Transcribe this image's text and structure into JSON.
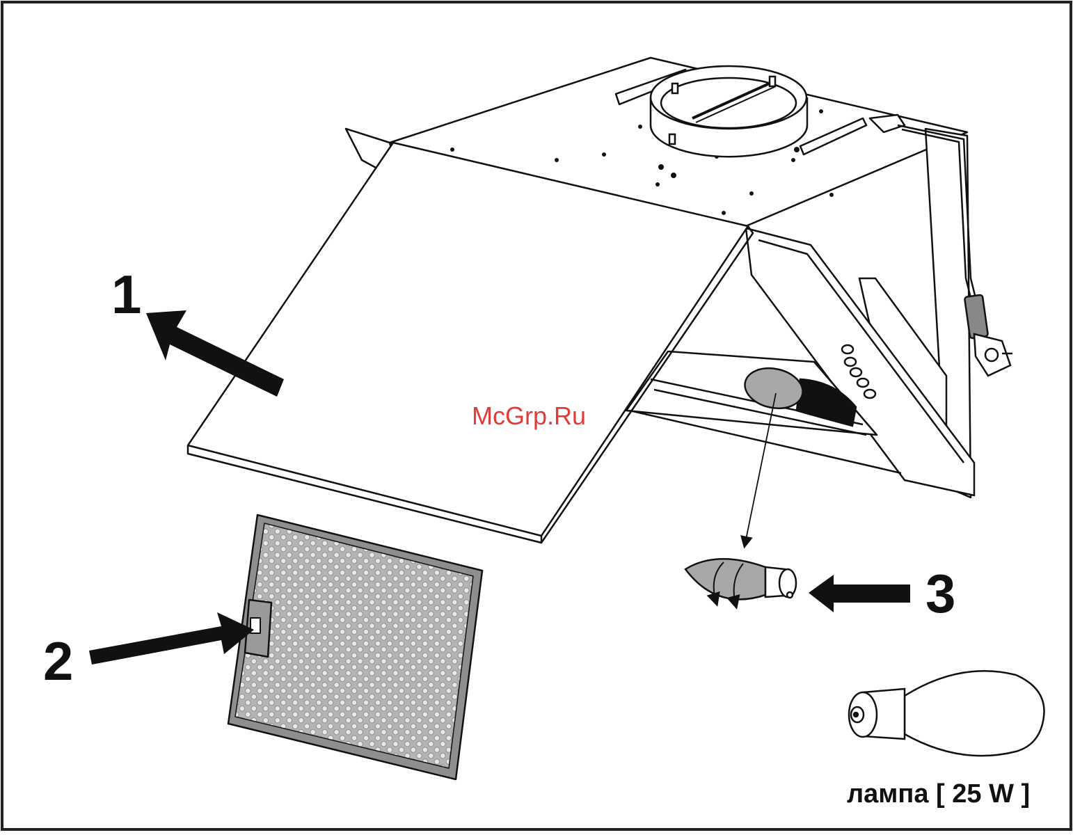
{
  "callouts": {
    "c1": "1",
    "c2": "2",
    "c3": "3"
  },
  "lamp_caption": "лампа [ 25 W ]",
  "watermark": "McGrp.Ru",
  "colors": {
    "line": "#111111",
    "frame": "#222222",
    "bulb_fill": "#a8a8a8",
    "filter_mesh": "#9a9a9a",
    "watermark": "#e23b3b"
  }
}
